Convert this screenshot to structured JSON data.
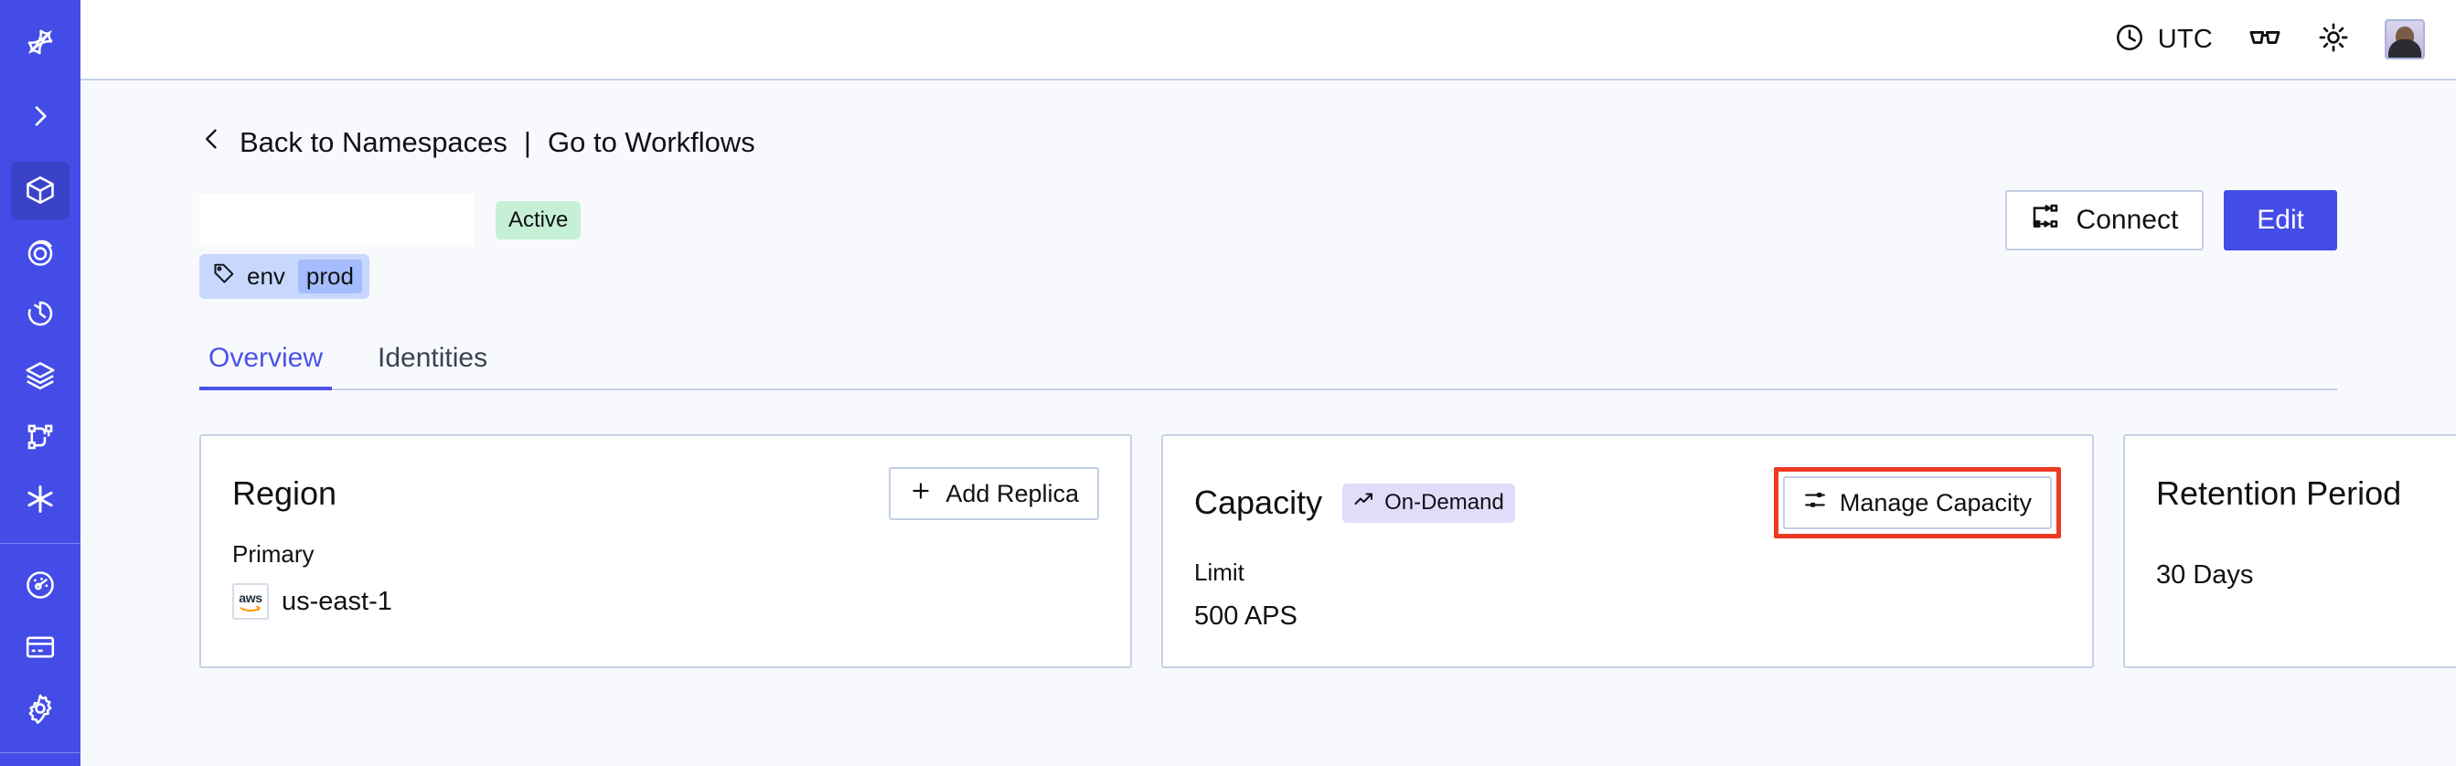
{
  "sidebar": {
    "brand_icon": "temporal-logo-icon",
    "items": [
      {
        "icon": "temporal-logo-icon",
        "name": "brand-logo",
        "active": false
      },
      {
        "icon": "chevron-right-icon",
        "name": "expand-sidebar",
        "active": false
      },
      {
        "icon": "cube-icon",
        "name": "namespaces",
        "active": true
      },
      {
        "icon": "eye-icon",
        "name": "observability",
        "active": false
      },
      {
        "icon": "clock-history-icon",
        "name": "schedules",
        "active": false
      },
      {
        "icon": "layers-icon",
        "name": "deployments",
        "active": false
      },
      {
        "icon": "git-branch-icon",
        "name": "workflows",
        "active": false
      },
      {
        "icon": "asterisk-icon",
        "name": "nexus",
        "active": false
      },
      {
        "icon": "gauge-icon",
        "name": "usage",
        "active": false
      },
      {
        "icon": "credit-card-icon",
        "name": "billing",
        "active": false
      },
      {
        "icon": "gear-icon",
        "name": "settings",
        "active": false
      }
    ]
  },
  "topbar": {
    "timezone_label": "UTC",
    "timezone_icon": "clock-icon",
    "glasses_icon": "glasses-icon",
    "theme_icon": "sun-icon",
    "avatar_name": "user-avatar"
  },
  "breadcrumb": {
    "back_icon": "chevron-left-icon",
    "back_label": "Back to Namespaces",
    "divider": "|",
    "forward_label": "Go to Workflows"
  },
  "title": {
    "namespace_name": "",
    "status_badge": "Active",
    "connect_label": "Connect",
    "connect_icon": "connect-icon",
    "edit_label": "Edit"
  },
  "tag": {
    "icon": "tag-icon",
    "key": "env",
    "value": "prod"
  },
  "tabs": [
    {
      "label": "Overview",
      "selected": true
    },
    {
      "label": "Identities",
      "selected": false
    }
  ],
  "cards": {
    "region": {
      "title": "Region",
      "action_label": "Add Replica",
      "action_icon": "plus-icon",
      "sublabel": "Primary",
      "provider_icon": "aws-logo-icon",
      "provider_text": "aws",
      "value": "us-east-1"
    },
    "capacity": {
      "title": "Capacity",
      "badge_label": "On-Demand",
      "badge_icon": "trending-up-icon",
      "action_label": "Manage Capacity",
      "action_icon": "sliders-icon",
      "action_highlighted": true,
      "sublabel": "Limit",
      "value": "500 APS"
    },
    "retention": {
      "title": "Retention Period",
      "value": "30  Days"
    }
  },
  "colors": {
    "sidebar_blue": "#444CE7",
    "sidebar_active": "#3A42C9",
    "accent": "#4A52E8",
    "page_bg": "#F8F9FC",
    "card_border": "#C8D0E7",
    "status_green": "#C6F0D6",
    "tag_bg": "#C7D7FD",
    "tag_value_bg": "#A4BCFD",
    "badge_lavender": "#E0DDFA",
    "highlight_red": "#EE3A23"
  }
}
